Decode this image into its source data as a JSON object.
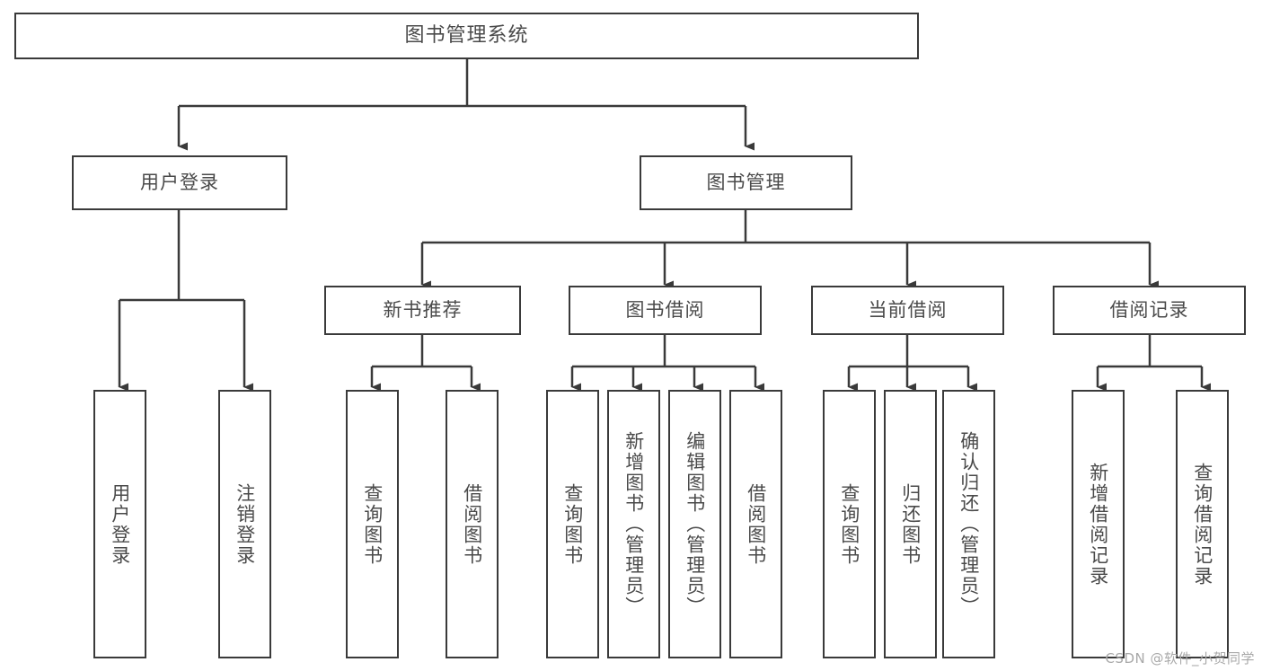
{
  "diagram": {
    "title": "图书管理系统",
    "type": "tree",
    "root": {
      "label": "图书管理系统"
    },
    "level2": [
      {
        "label": "用户登录"
      },
      {
        "label": "图书管理"
      }
    ],
    "level3": [
      {
        "label": "新书推荐"
      },
      {
        "label": "图书借阅"
      },
      {
        "label": "当前借阅"
      },
      {
        "label": "借阅记录"
      }
    ],
    "leaves": {
      "user_login": [
        {
          "label": "用户登录"
        },
        {
          "label": "注销登录"
        }
      ],
      "new_book_recommend": [
        {
          "label": "查询图书"
        },
        {
          "label": "借阅图书"
        }
      ],
      "book_borrow": [
        {
          "label": "查询图书"
        },
        {
          "label": "新增图书（管理员）"
        },
        {
          "label": "编辑图书（管理员）"
        },
        {
          "label": "借阅图书"
        }
      ],
      "current_borrow": [
        {
          "label": "查询图书"
        },
        {
          "label": "归还图书"
        },
        {
          "label": "确认归还（管理员）"
        }
      ],
      "borrow_records": [
        {
          "label": "新增借阅记录"
        },
        {
          "label": "查询借阅记录"
        }
      ]
    }
  },
  "watermark": {
    "text": "CSDN @软件_小贺同学"
  },
  "colors": {
    "stroke": "#3a3a3a",
    "text": "#4a4a4a",
    "background": "#ffffff",
    "watermark": "#a9a9a9"
  }
}
